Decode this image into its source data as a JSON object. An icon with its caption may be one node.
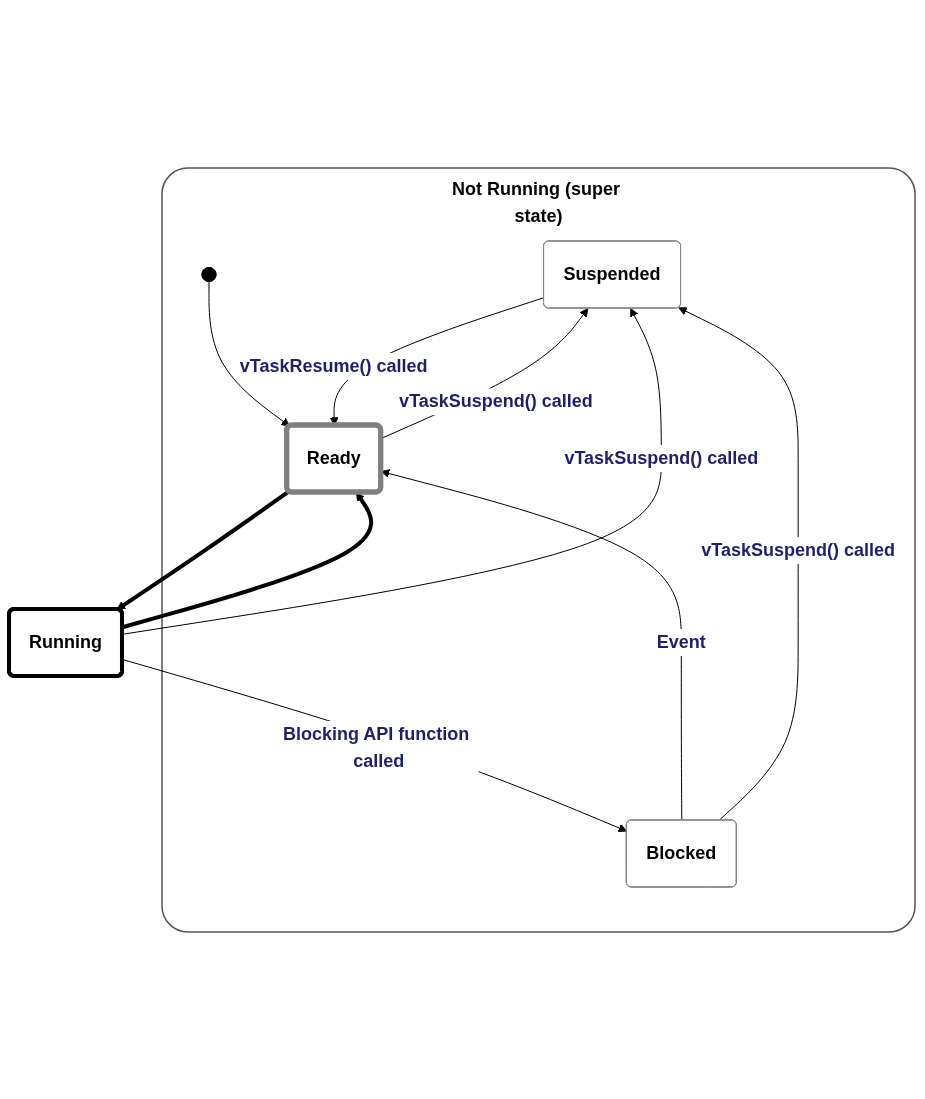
{
  "diagram": {
    "nodes": [
      {
        "text": [
          "Not Running (super state)"
        ]
      },
      {
        "text": [
          "Suspended"
        ],
        "in": 0
      },
      {
        "text": [
          "Ready"
        ],
        "in": 0
      },
      {
        "text": [
          "Blocked"
        ],
        "in": 0
      },
      {
        "text": [
          "Running"
        ]
      },
      {
        "text": [],
        "shape": "circle",
        "in": 0
      }
    ],
    "edges": [
      {
        "from": 5,
        "to": 2,
        "arrow": "to"
      },
      {
        "from": 2,
        "to": 1,
        "arrow": "to",
        "label": "vTaskSuspend() called"
      },
      {
        "from": 1,
        "to": 2,
        "arrow": "to",
        "label": "vTaskResume() called"
      },
      {
        "from": 2,
        "to": 4,
        "arrow": "to",
        "style": "thick"
      },
      {
        "from": 4,
        "to": 2,
        "arrow": "to",
        "style": "thick"
      },
      {
        "from": 4,
        "to": 1,
        "arrow": "to",
        "label": "vTaskSuspend() called"
      },
      {
        "from": 4,
        "to": 3,
        "arrow": "to",
        "label": "Blocking API function called"
      },
      {
        "from": 3,
        "to": 2,
        "arrow": "to",
        "label": "Event"
      },
      {
        "from": 3,
        "to": 1,
        "arrow": "to",
        "label": "vTaskSuspend() called"
      }
    ]
  }
}
